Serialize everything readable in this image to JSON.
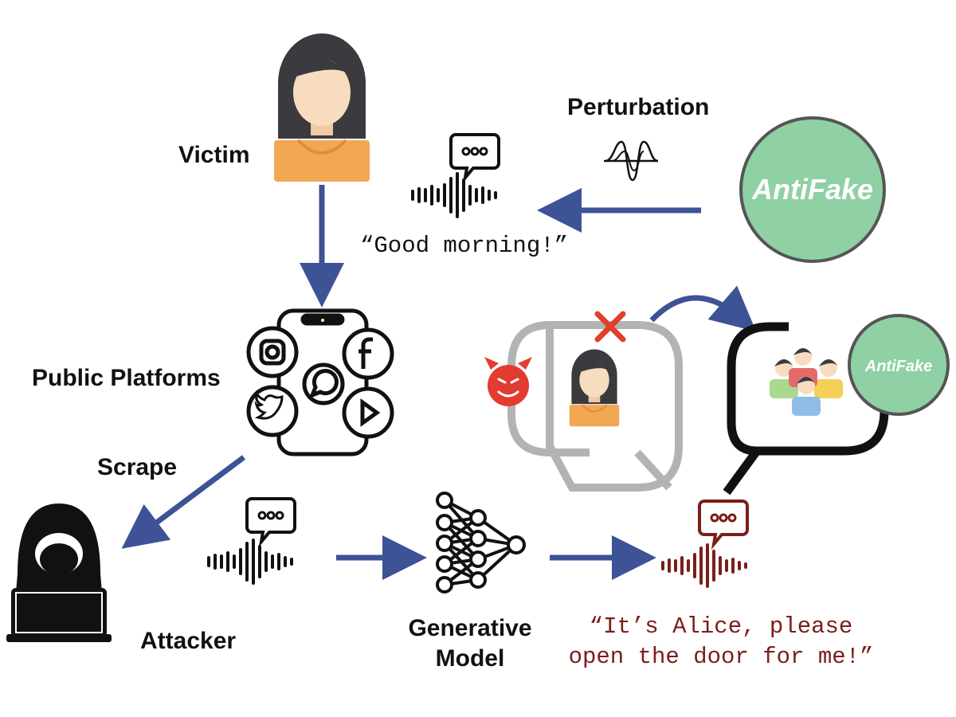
{
  "labels": {
    "victim": "Victim",
    "perturbation": "Perturbation",
    "public_platforms": "Public Platforms",
    "scrape": "Scrape",
    "attacker": "Attacker",
    "generative_model_line1": "Generative",
    "generative_model_line2": "Model"
  },
  "quotes": {
    "good_morning": "“Good morning!”",
    "alice_line1": "“It’s Alice, please",
    "alice_line2": "open the door for me!”"
  },
  "antifake": {
    "main_label": "AntiFake",
    "small_label": "AntiFake"
  },
  "colors": {
    "arrow": "#3d5396",
    "antifake_green": "#8fd0a4",
    "fake_red": "#7a1e1a",
    "skin": "#f8dcc0",
    "hair": "#3b3a3f",
    "shirt": "#f2a753",
    "devil": "#e23b30",
    "cross": "#e0402a"
  },
  "icons": {
    "victim": "woman-avatar-icon",
    "attacker": "hooded-hacker-laptop-icon",
    "platforms": "social-platforms-phone-icon",
    "model": "neural-network-icon",
    "speech": "speech-waveform-icon",
    "perturbation": "waveform-icon",
    "devil": "devil-emoji-icon",
    "group": "people-group-icon"
  }
}
